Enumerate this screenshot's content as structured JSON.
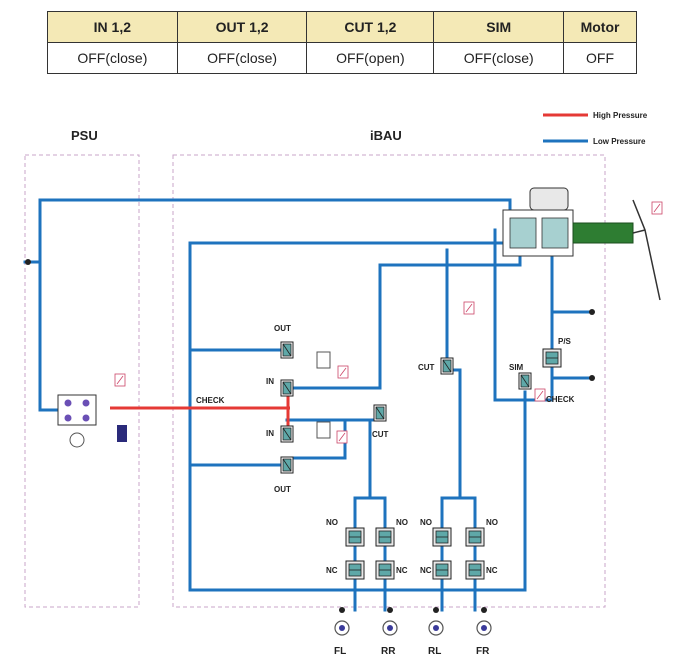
{
  "table": {
    "headers": [
      "IN 1,2",
      "OUT 1,2",
      "CUT 1,2",
      "SIM",
      "Motor"
    ],
    "values": [
      "OFF(close)",
      "OFF(close)",
      "OFF(open)",
      "OFF(close)",
      "OFF"
    ]
  },
  "legend": {
    "high_label": "High Pressure",
    "low_label": "Low Pressure",
    "high_color": "#e53935",
    "low_color": "#1e73be"
  },
  "blocks": {
    "psu": "PSU",
    "ibau": "iBAU"
  },
  "valves": {
    "out_top": "OUT",
    "in_top": "IN",
    "in_bottom": "IN",
    "out_bottom": "OUT",
    "check_left": "CHECK",
    "cut_mid": "CUT",
    "cut_right": "CUT",
    "sim": "SIM",
    "ps": "P/S",
    "check_right": "CHECK",
    "no_1": "NO",
    "no_2": "NO",
    "no_3": "NO",
    "no_4": "NO",
    "nc_1": "NC",
    "nc_2": "NC",
    "nc_3": "NC",
    "nc_4": "NC"
  },
  "wheels": [
    "FL",
    "RR",
    "RL",
    "FR"
  ],
  "colors": {
    "table_header_bg": "#f4e9b6",
    "box_dash": "#c9a6c9",
    "valve_teal": "#5fa8a8",
    "pedal_green": "#2e7d32"
  }
}
